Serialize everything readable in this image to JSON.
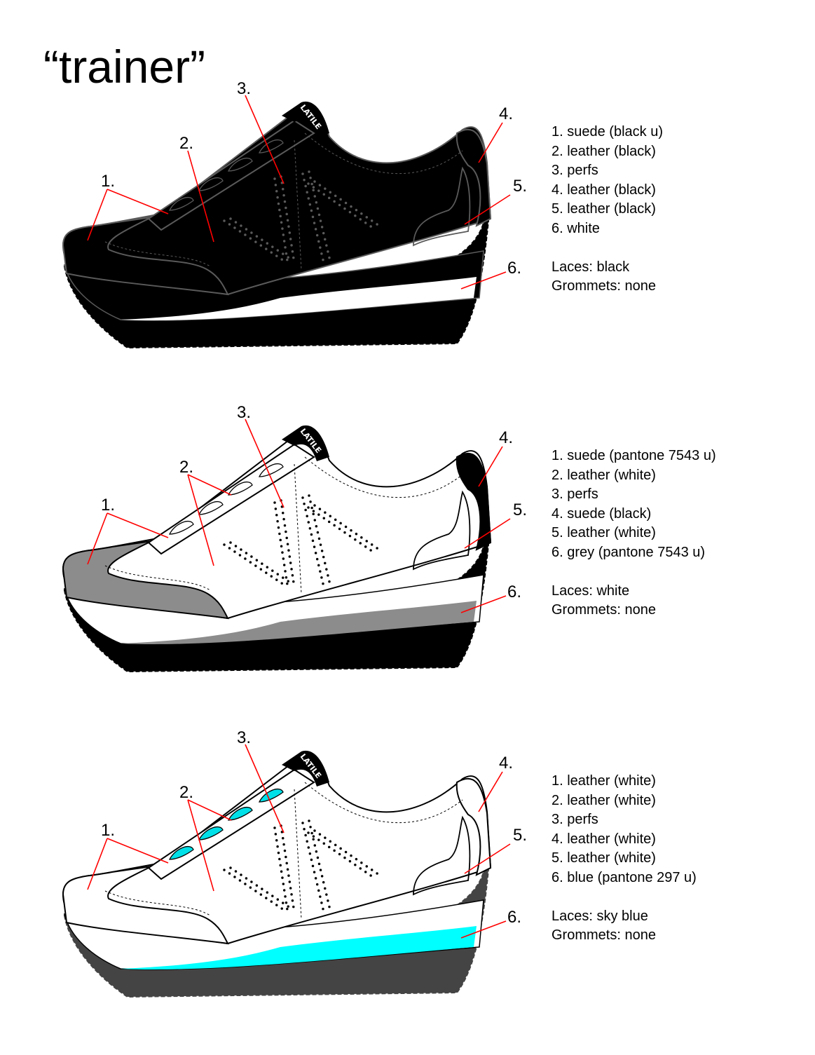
{
  "title": "“trainer”",
  "variants": [
    {
      "specs": [
        "1. suede (black u)",
        "2. leather (black)",
        "3. perfs",
        "4. leather (black)",
        "5. leather (black)",
        "6. white"
      ],
      "laces": "Laces: black",
      "grommets": "Grommets: none",
      "colors": {
        "upper": "#000000",
        "toecap": "#000000",
        "heel": "#000000",
        "line": "#5a5a5a",
        "perf": "#5a5a5a",
        "lace": "#000000",
        "laceLine": "#5a5a5a",
        "midsole": "#000000",
        "stripe": "#ffffff",
        "outsole": "#000000"
      }
    },
    {
      "specs": [
        "1. suede (pantone 7543 u)",
        "2. leather (white)",
        "3. perfs",
        "4. suede (black)",
        "5. leather (white)",
        "6. grey (pantone 7543 u)"
      ],
      "laces": "Laces: white",
      "grommets": "Grommets: none",
      "colors": {
        "upper": "#ffffff",
        "toecap": "#8c8c8c",
        "heel": "#000000",
        "line": "#000000",
        "perf": "#000000",
        "lace": "#ffffff",
        "laceLine": "#000000",
        "midsole": "#ffffff",
        "stripe": "#8c8c8c",
        "outsole": "#000000"
      }
    },
    {
      "specs": [
        "1. leather (white)",
        "2. leather (white)",
        "3. perfs",
        "4. leather (white)",
        "5. leather (white)",
        "6. blue (pantone 297 u)"
      ],
      "laces": "Laces: sky blue",
      "grommets": "Grommets: none",
      "colors": {
        "upper": "#ffffff",
        "toecap": "#ffffff",
        "heel": "#ffffff",
        "line": "#000000",
        "perf": "#000000",
        "lace": "#00e0e8",
        "laceLine": "#000000",
        "midsole": "#ffffff",
        "stripe": "#00ffff",
        "outsole": "#444444"
      }
    }
  ],
  "callouts": [
    "1.",
    "2.",
    "3.",
    "4.",
    "5.",
    "6."
  ],
  "logo": "LATILE",
  "leader_color": "#ff0000"
}
